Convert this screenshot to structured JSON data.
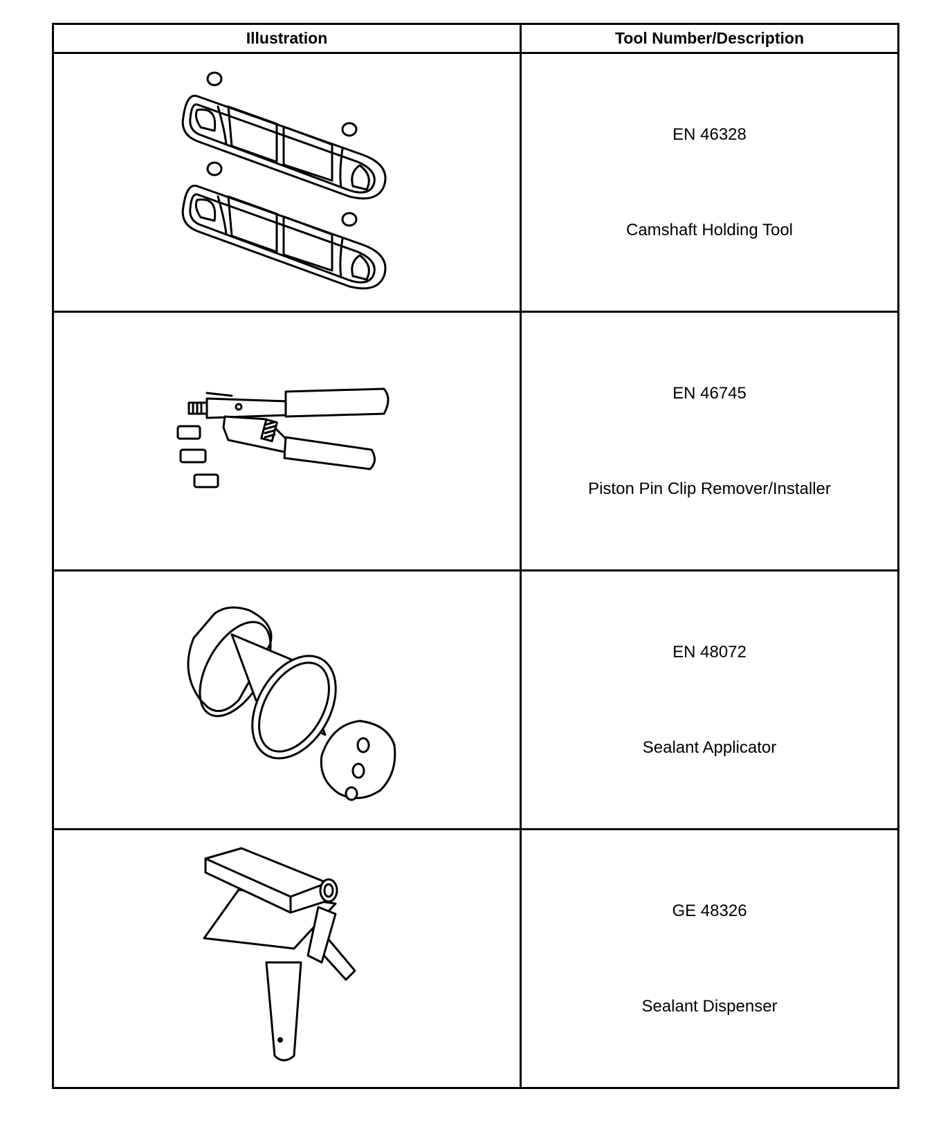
{
  "header": {
    "illustration": "Illustration",
    "description": "Tool Number/Description"
  },
  "tools": [
    {
      "number": "EN 46328",
      "description": "Camshaft Holding Tool",
      "icon": "camshaft-holding-tool-icon"
    },
    {
      "number": "EN 46745",
      "description": "Piston Pin Clip Remover/Installer",
      "icon": "piston-pin-clip-tool-icon"
    },
    {
      "number": "EN 48072",
      "description": "Sealant Applicator",
      "icon": "sealant-applicator-icon"
    },
    {
      "number": "GE 48326",
      "description": "Sealant Dispenser",
      "icon": "sealant-dispenser-icon"
    }
  ]
}
